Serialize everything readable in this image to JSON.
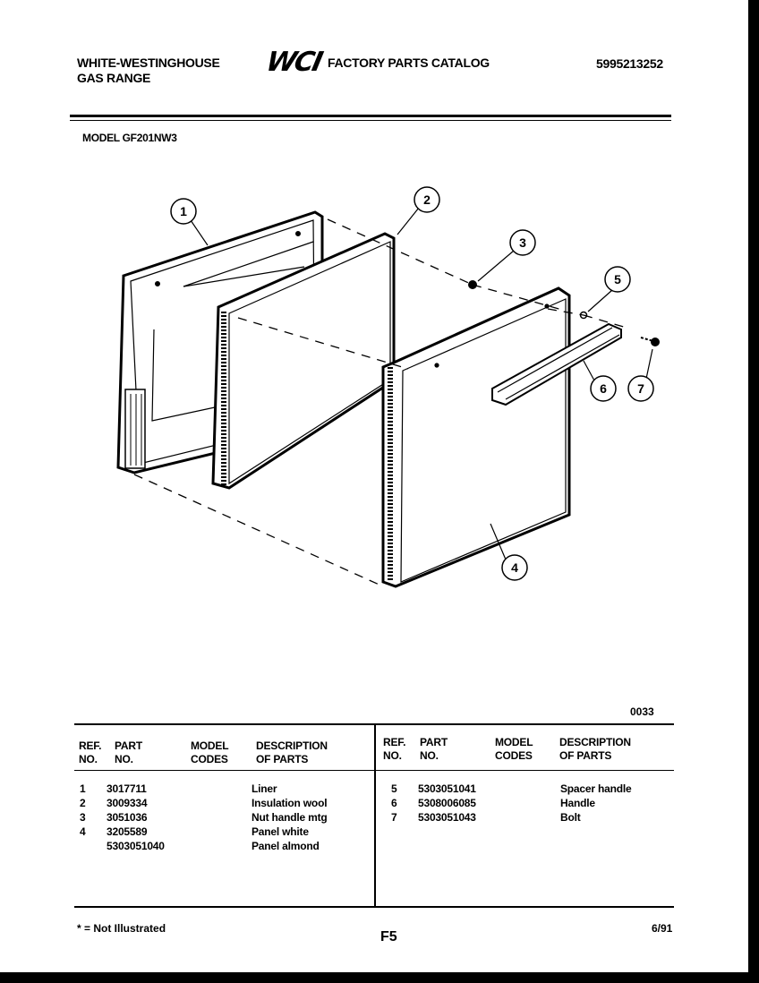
{
  "header": {
    "brand_line1": "WHITE-WESTINGHOUSE",
    "brand_line2": "GAS RANGE",
    "logo_text": "WCI",
    "catalog_title": "FACTORY PARTS CATALOG",
    "catalog_number": "5995213252",
    "model_label": "MODEL GF201NW3"
  },
  "diagram": {
    "callouts": [
      "1",
      "2",
      "3",
      "4",
      "5",
      "6",
      "7"
    ],
    "figure_code": "0033"
  },
  "table": {
    "headers": {
      "ref_no": "REF. NO.",
      "part_no": "PART NO.",
      "model_codes": "MODEL CODES",
      "description": "DESCRIPTION OF PARTS"
    },
    "left_rows": [
      {
        "ref": "1",
        "part": "3017711",
        "model": "",
        "desc": "Liner"
      },
      {
        "ref": "2",
        "part": "3009334",
        "model": "",
        "desc": "Insulation wool"
      },
      {
        "ref": "3",
        "part": "3051036",
        "model": "",
        "desc": "Nut handle mtg"
      },
      {
        "ref": "4",
        "part": "3205589",
        "model": "",
        "desc": "Panel white"
      },
      {
        "ref": "",
        "part": "5303051040",
        "model": "",
        "desc": "Panel almond"
      }
    ],
    "right_rows": [
      {
        "ref": "5",
        "part": "5303051041",
        "model": "",
        "desc": "Spacer handle"
      },
      {
        "ref": "6",
        "part": "5308006085",
        "model": "",
        "desc": "Handle"
      },
      {
        "ref": "7",
        "part": "5303051043",
        "model": "",
        "desc": "Bolt"
      }
    ]
  },
  "footer": {
    "note": "* = Not Illustrated",
    "page": "F5",
    "date": "6/91"
  }
}
